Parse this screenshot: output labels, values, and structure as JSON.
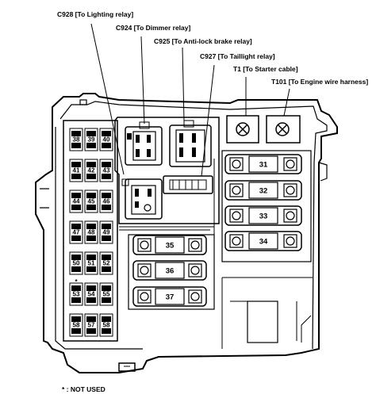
{
  "callouts": {
    "c928": "C928 [To Lighting relay]",
    "c924": "C924 [To Dimmer relay]",
    "c925": "C925 [To Anti-lock brake relay]",
    "c927": "C927 [To Taillight relay]",
    "t1": "T1 [To Starter cable]",
    "t101": "T101 [To Engine wire harness]"
  },
  "small_fuses": [
    [
      "38",
      "39",
      "40"
    ],
    [
      "41",
      "42",
      "43"
    ],
    [
      "44",
      "45",
      "46"
    ],
    [
      "47",
      "48",
      "49"
    ],
    [
      "50",
      "51",
      "52"
    ],
    [
      "53",
      "54",
      "55"
    ],
    [
      "58",
      "57",
      "58"
    ]
  ],
  "not_used_marker": "*",
  "big_fuses_right": [
    "31",
    "32",
    "33",
    "34"
  ],
  "big_fuses_left": [
    "35",
    "36",
    "37"
  ],
  "footnote": "* : NOT USED"
}
